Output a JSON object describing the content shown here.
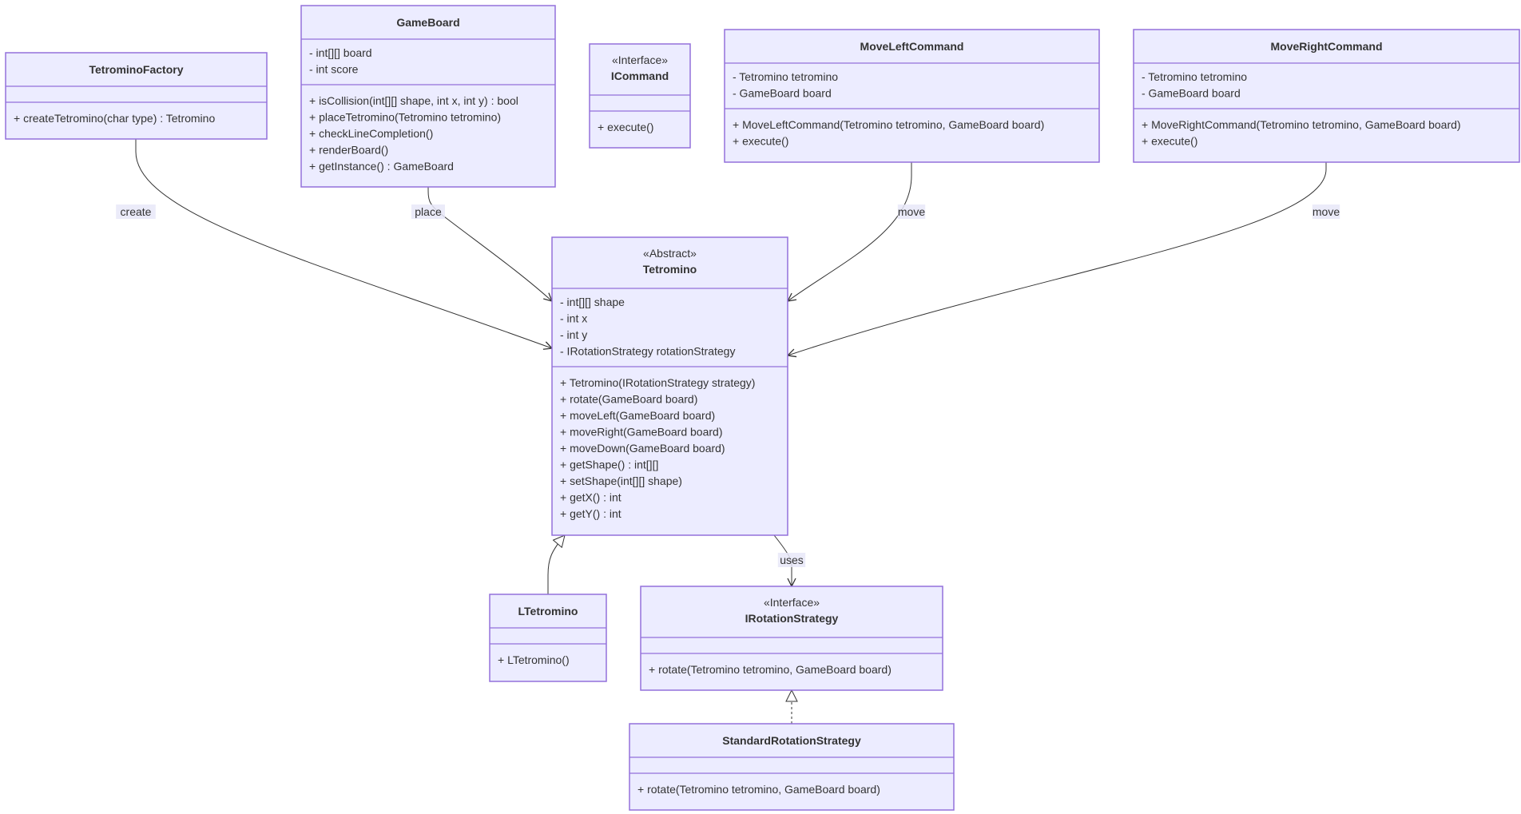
{
  "colors": {
    "box_fill": "#ececff",
    "box_stroke": "#9370db",
    "edge": "#333333",
    "edge_label_bg": "#e8e8f8",
    "text": "#333333"
  },
  "classes": [
    {
      "id": "TetrominoFactory",
      "stereotype": "",
      "name": "TetrominoFactory",
      "attributes": [],
      "methods": [
        "+ createTetromino(char type) : Tetromino"
      ]
    },
    {
      "id": "GameBoard",
      "stereotype": "",
      "name": "GameBoard",
      "attributes": [
        "- int[][] board",
        "- int score"
      ],
      "methods": [
        "+ isCollision(int[][] shape, int x, int y) : bool",
        "+ placeTetromino(Tetromino tetromino)",
        "+ checkLineCompletion()",
        "+ renderBoard()",
        "+ getInstance() : GameBoard"
      ]
    },
    {
      "id": "ICommand",
      "stereotype": "«Interface»",
      "name": "ICommand",
      "attributes": [],
      "methods": [
        "+ execute()"
      ]
    },
    {
      "id": "MoveLeftCommand",
      "stereotype": "",
      "name": "MoveLeftCommand",
      "attributes": [
        "- Tetromino tetromino",
        "- GameBoard board"
      ],
      "methods": [
        "+ MoveLeftCommand(Tetromino tetromino, GameBoard board)",
        "+ execute()"
      ]
    },
    {
      "id": "MoveRightCommand",
      "stereotype": "",
      "name": "MoveRightCommand",
      "attributes": [
        "- Tetromino tetromino",
        "- GameBoard board"
      ],
      "methods": [
        "+ MoveRightCommand(Tetromino tetromino, GameBoard board)",
        "+ execute()"
      ]
    },
    {
      "id": "Tetromino",
      "stereotype": "«Abstract»",
      "name": "Tetromino",
      "attributes": [
        "- int[][] shape",
        "- int x",
        "- int y",
        "- IRotationStrategy rotationStrategy"
      ],
      "methods": [
        "+ Tetromino(IRotationStrategy strategy)",
        "+ rotate(GameBoard board)",
        "+ moveLeft(GameBoard board)",
        "+ moveRight(GameBoard board)",
        "+ moveDown(GameBoard board)",
        "+ getShape() : int[][]",
        "+ setShape(int[][] shape)",
        "+ getX() : int",
        "+ getY() : int"
      ]
    },
    {
      "id": "LTetromino",
      "stereotype": "",
      "name": "LTetromino",
      "attributes": [],
      "methods": [
        "+ LTetromino()"
      ]
    },
    {
      "id": "IRotationStrategy",
      "stereotype": "«Interface»",
      "name": "IRotationStrategy",
      "attributes": [],
      "methods": [
        "+ rotate(Tetromino tetromino, GameBoard board)"
      ]
    },
    {
      "id": "StandardRotationStrategy",
      "stereotype": "",
      "name": "StandardRotationStrategy",
      "attributes": [],
      "methods": [
        "+ rotate(Tetromino tetromino, GameBoard board)"
      ]
    }
  ],
  "relations": [
    {
      "id": "factory-creates",
      "from": "TetrominoFactory",
      "to": "Tetromino",
      "label": "create",
      "kind": "association"
    },
    {
      "id": "board-places",
      "from": "GameBoard",
      "to": "Tetromino",
      "label": "place",
      "kind": "association"
    },
    {
      "id": "moveleft-moves",
      "from": "MoveLeftCommand",
      "to": "Tetromino",
      "label": "move",
      "kind": "association"
    },
    {
      "id": "moveright-moves",
      "from": "MoveRightCommand",
      "to": "Tetromino",
      "label": "move",
      "kind": "association"
    },
    {
      "id": "tetromino-uses",
      "from": "Tetromino",
      "to": "IRotationStrategy",
      "label": "uses",
      "kind": "association"
    },
    {
      "id": "ltetromino-extends",
      "from": "LTetromino",
      "to": "Tetromino",
      "label": "",
      "kind": "inheritance"
    },
    {
      "id": "standard-implements",
      "from": "StandardRotationStrategy",
      "to": "IRotationStrategy",
      "label": "",
      "kind": "realization"
    }
  ]
}
